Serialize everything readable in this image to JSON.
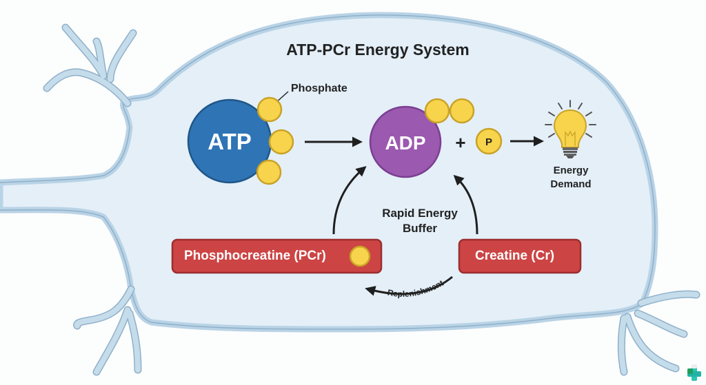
{
  "title": "ATP-PCr Energy System",
  "molecules": {
    "atp": {
      "label": "ATP",
      "color": "#2f74b5",
      "phosphate_count": 3
    },
    "adp": {
      "label": "ADP",
      "color": "#9b59b0",
      "phosphate_count": 2
    },
    "free_phosphate": {
      "label": "P"
    },
    "phosphate_callout": "Phosphate",
    "plus_sign": "+"
  },
  "outcome": {
    "line1": "Energy",
    "line2": "Demand",
    "icon": "lightbulb-icon"
  },
  "buffer_label": {
    "line1": "Rapid Energy",
    "line2": "Buffer"
  },
  "boxes": {
    "pcr": {
      "label": "Phosphocreatine (PCr)",
      "color": "#cc4444"
    },
    "cr": {
      "label": "Creatine (Cr)",
      "color": "#cc4444"
    }
  },
  "replenishment_label": "Replenishment",
  "colors": {
    "phosphate": "#f7d44c",
    "phosphate_border": "#c9a227",
    "cell_fill": "#e4eff8",
    "membrane": "#b9d3e6",
    "membrane_edge": "#7f9fba",
    "arrow": "#1f1f1f"
  },
  "watermark": {
    "icon": "plus-logo-icon"
  }
}
